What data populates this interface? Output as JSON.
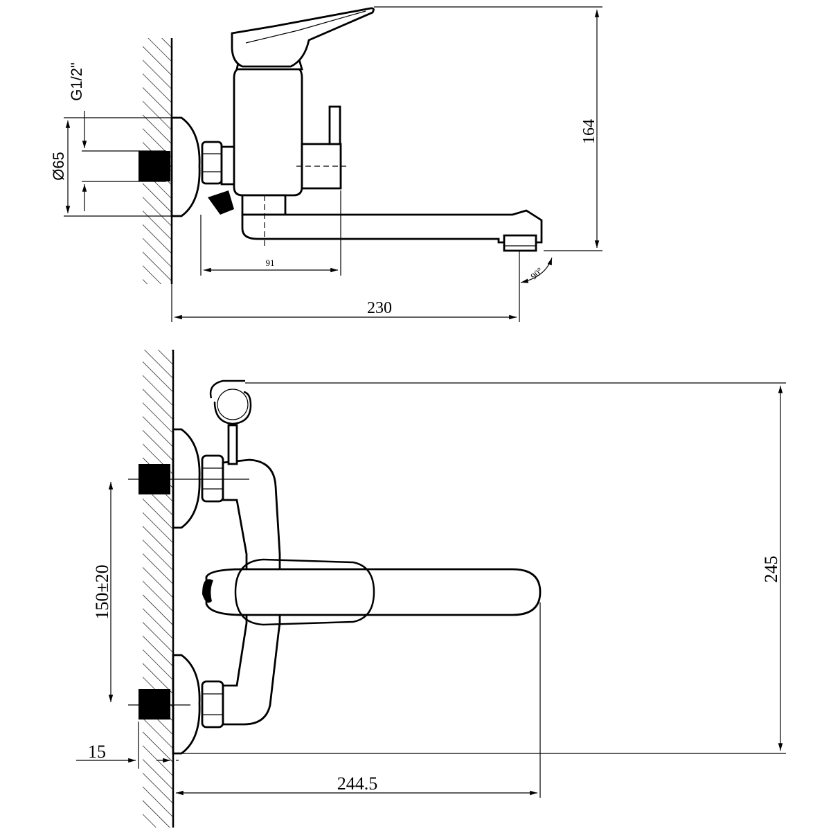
{
  "side_view": {
    "dim_thread": "G1/2\"",
    "dim_flange_diameter": "Ø65",
    "dim_height": "164",
    "dim_body_width": "91",
    "dim_spout_length": "230",
    "dim_angle": "90°"
  },
  "front_view": {
    "dim_height": "245",
    "dim_centers": "150±20",
    "dim_wall_offset": "15",
    "dim_spout_reach": "244.5"
  }
}
